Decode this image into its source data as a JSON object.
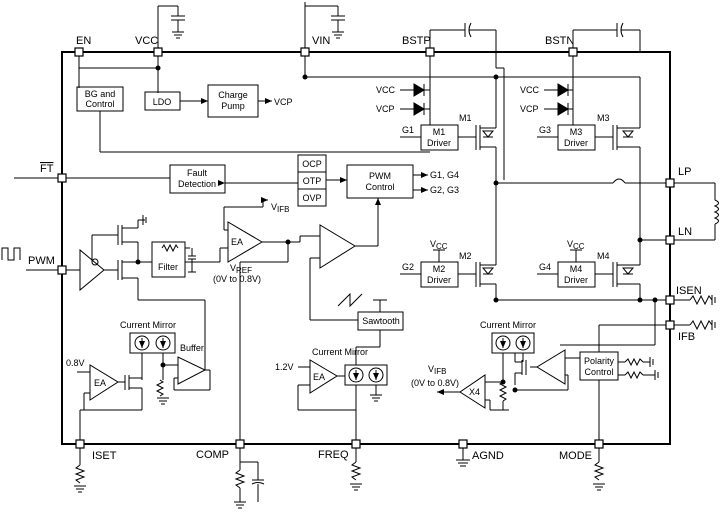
{
  "pins": {
    "en": "EN",
    "vcc": "VCC",
    "vin": "VIN",
    "bstp": "BSTP",
    "bstn": "BSTN",
    "ft": "FT",
    "lp": "LP",
    "ln": "LN",
    "pwm": "PWM",
    "isen": "ISEN",
    "ifb": "IFB",
    "iset": "ISET",
    "comp": "COMP",
    "freq": "FREQ",
    "agnd": "AGND",
    "mode": "MODE"
  },
  "blocks": {
    "bg_line1": "BG and",
    "bg_line2": "Control",
    "ldo": "LDO",
    "charge_pump_line1": "Charge",
    "charge_pump_line2": "Pump",
    "fault_line1": "Fault",
    "fault_line2": "Detection",
    "ocp": "OCP",
    "otp": "OTP",
    "ovp": "OVP",
    "pwm_ctrl_line1": "PWM",
    "pwm_ctrl_line2": "Control",
    "filter": "Filter",
    "ea": "EA",
    "sawtooth": "Sawtooth",
    "buffer": "Buffer",
    "x4": "X4",
    "polarity_line1": "Polarity",
    "polarity_line2": "Control",
    "m1_driver_1": "M1",
    "m1_driver_2": "Driver",
    "m2_driver_1": "M2",
    "m2_driver_2": "Driver",
    "m3_driver_1": "M3",
    "m3_driver_2": "Driver",
    "m4_driver_1": "M4",
    "m4_driver_2": "Driver"
  },
  "labels": {
    "vcp_out": "VCP",
    "vcp_1": "VCP",
    "vcc_1": "VCC",
    "vcp_2": "VCP",
    "vcc_2": "VCC",
    "g1": "G1",
    "g2": "G2",
    "g3": "G3",
    "g4": "G4",
    "m1": "M1",
    "m2": "M2",
    "m3": "M3",
    "m4": "M4",
    "vcc_sub_m2": "V",
    "vcc_sub_m2b": "CC",
    "vcc_sub_m4": "V",
    "vcc_sub_m4b": "CC",
    "g1g4": "G1, G4",
    "g2g3": "G2, G3",
    "vifb_top": "V",
    "vifb_top_sub": "IFB",
    "vref": "V",
    "vref_sub": "REF",
    "vref_range": "(0V to 0.8V)",
    "current_mirror_1": "Current Mirror",
    "current_mirror_2": "Current Mirror",
    "current_mirror_3": "Current Mirror",
    "v08": "0.8V",
    "v12": "1.2V",
    "vifb_bot": "V",
    "vifb_bot_sub": "IFB",
    "vifb_range": "(0V to 0.8V)"
  }
}
